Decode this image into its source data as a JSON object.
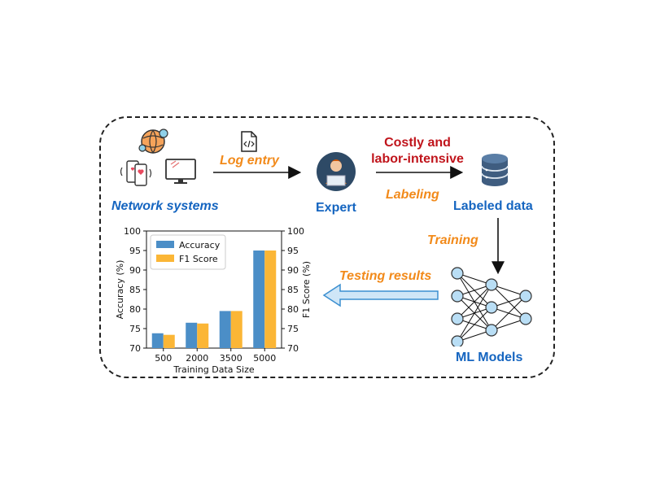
{
  "labels": {
    "network_systems": "Network systems",
    "log_entry": "Log entry",
    "expert": "Expert",
    "costly_line1": "Costly and",
    "costly_line2": "labor-intensive",
    "labeling": "Labeling",
    "labeled_data": "Labeled data",
    "training": "Training",
    "ml_models": "ML Models",
    "testing_results": "Testing results"
  },
  "icons": {
    "document": "code-document-icon",
    "globe": "globe-icon",
    "phones": "smartphone-icon",
    "monitor": "monitor-icon",
    "expert": "expert-person-icon",
    "database": "database-icon",
    "network": "neural-network-icon"
  },
  "colors": {
    "blue_text": "#1565c0",
    "orange_text": "#f28a1a",
    "red_text": "#c0141b",
    "accuracy_bar": "#4b8ec7",
    "f1_bar": "#fbb636",
    "arrow_fill": "#cfe6f7",
    "arrow_stroke": "#3b8fd0",
    "node_fill": "#b9def5"
  },
  "chart_data": {
    "type": "bar",
    "categories": [
      "500",
      "2000",
      "3500",
      "5000"
    ],
    "series": [
      {
        "name": "Accuracy",
        "values": [
          73.8,
          76.5,
          79.5,
          95.0
        ]
      },
      {
        "name": "F1 Score",
        "values": [
          73.4,
          76.3,
          79.5,
          95.0
        ]
      }
    ],
    "xlabel": "Training Data Size",
    "ylabel": "Accuracy (%)",
    "ylabel_right": "F1 Score (%)",
    "ylim": [
      70,
      100
    ],
    "yticks": [
      70,
      75,
      80,
      85,
      90,
      95,
      100
    ],
    "legend": "top-left",
    "grid": false
  }
}
